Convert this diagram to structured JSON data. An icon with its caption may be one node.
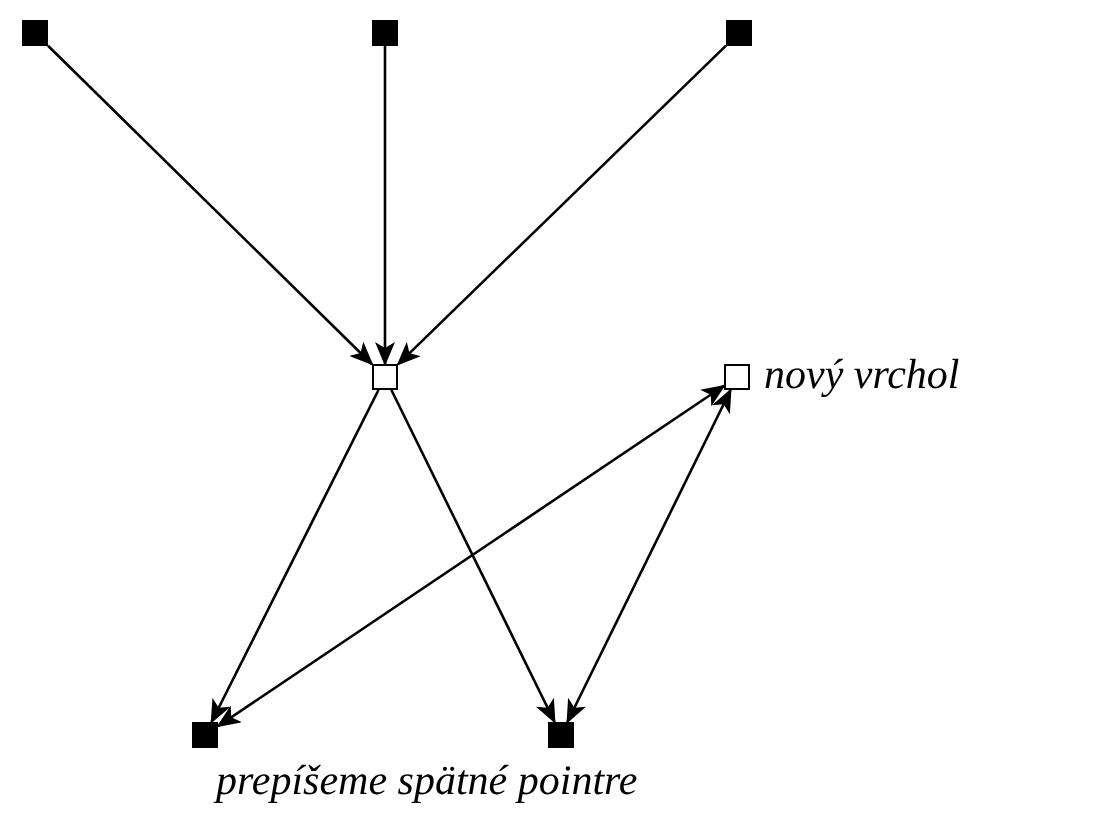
{
  "diagram": {
    "nodes": [
      {
        "text": [],
        "shape": "box"
      },
      {
        "text": [],
        "shape": "box"
      },
      {
        "text": [],
        "shape": "box"
      },
      {
        "text": [],
        "shape": "box"
      },
      {
        "text": [],
        "shape": "box",
        "beside": [
          "nový vrchol"
        ]
      },
      {
        "text": [],
        "shape": "box"
      },
      {
        "text": [],
        "shape": "box"
      }
    ],
    "edges": [
      {
        "from": 0,
        "to": 3,
        "arrow": "to"
      },
      {
        "from": 1,
        "to": 3,
        "arrow": "to"
      },
      {
        "from": 2,
        "to": 3,
        "arrow": "to"
      },
      {
        "from": 3,
        "to": 5,
        "arrow": "to"
      },
      {
        "from": 3,
        "to": 6,
        "arrow": "to"
      },
      {
        "from": 4,
        "to": 5,
        "arrow": "both"
      },
      {
        "from": 4,
        "to": 6,
        "arrow": "both"
      }
    ],
    "labels": [
      "prepíšeme spätné pointre"
    ]
  }
}
